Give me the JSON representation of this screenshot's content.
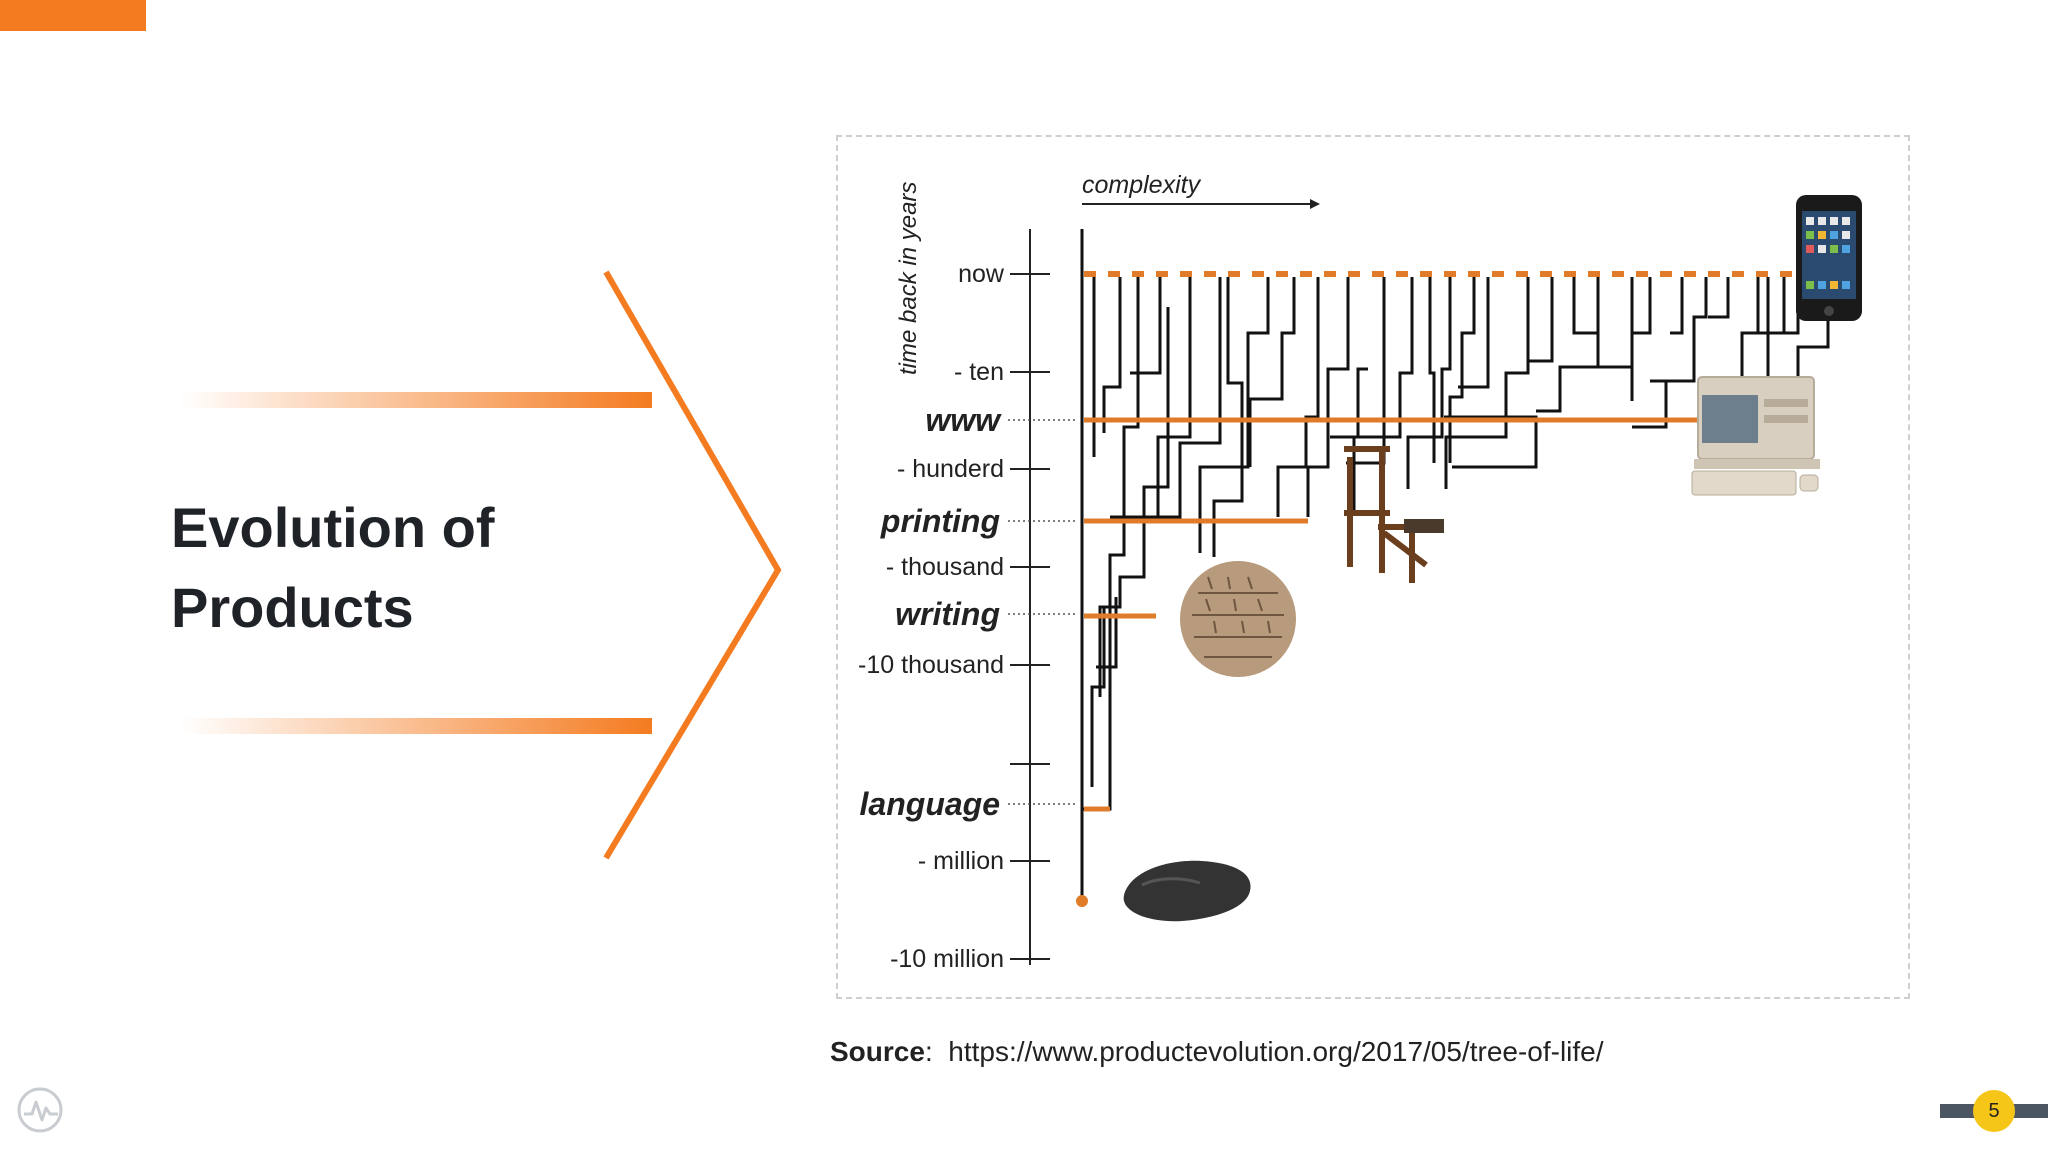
{
  "slide": {
    "title_line1": "Evolution of",
    "title_line2": "Products",
    "page_number": "5",
    "accent_color": "#f47b20",
    "source_label": "Source",
    "source_separator": ":",
    "source_url": "https://www.productevolution.org/2017/05/tree-of-life/"
  },
  "diagram": {
    "axis_label": "time back in years",
    "complexity_label": "complexity",
    "scale_labels": [
      "now",
      "- ten",
      "- hunderd",
      "- thousand",
      "-10 thousand",
      "- million",
      "-10 million"
    ],
    "milestones": [
      "www",
      "printing",
      "writing",
      "language"
    ],
    "images": [
      "smartphone-icon",
      "desktop-computer-icon",
      "printing-press-icon",
      "clay-tablet-icon",
      "stone-tool-icon"
    ]
  }
}
